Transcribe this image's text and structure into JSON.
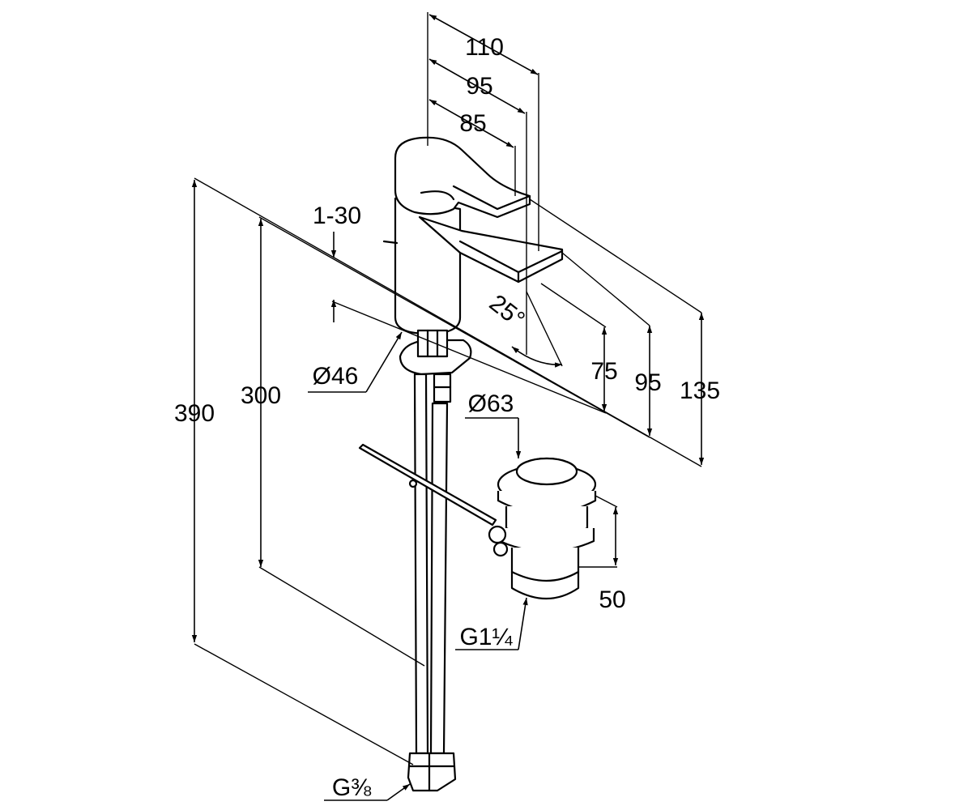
{
  "dimensions": {
    "width_110": "110",
    "width_95": "95",
    "width_85": "85",
    "deck_thickness": "1-30",
    "angle": "25°",
    "body_diameter": "Ø46",
    "waste_diameter": "Ø63",
    "height_390": "390",
    "height_300": "300",
    "height_75": "75",
    "height_95": "95",
    "height_135": "135",
    "waste_height": "50",
    "waste_thread": "G1¼",
    "hose_thread": "G⅜"
  },
  "colors": {
    "line": "#000000",
    "background": "#ffffff"
  }
}
